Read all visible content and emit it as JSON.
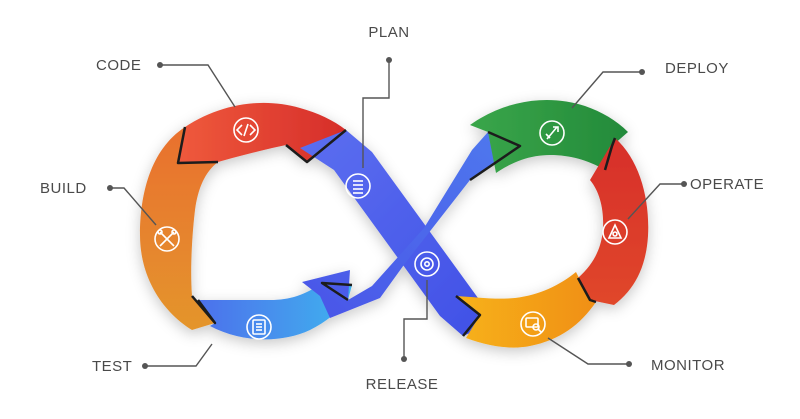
{
  "stages": {
    "plan": "PLAN",
    "code": "CODE",
    "build": "BUILD",
    "test": "TEST",
    "release": "RELEASE",
    "deploy": "DEPLOY",
    "operate": "OPERATE",
    "monitor": "MONITOR"
  },
  "colors": {
    "code": "#e23a2e",
    "build": "#e5832a",
    "test": "#4f80ee",
    "plan": "#4a62ec",
    "release": "#4a62ec",
    "deploy": "#2f9b45",
    "operate": "#d7302a",
    "monitor": "#f4a515",
    "leader": "#555555",
    "label": "#4a4a4a"
  },
  "icons": {
    "code": "code-brackets-icon",
    "build": "tools-icon",
    "test": "checklist-icon",
    "plan": "plan-list-icon",
    "release": "gear-icon",
    "deploy": "rocket-icon",
    "operate": "operate-icon",
    "monitor": "monitor-search-icon"
  }
}
